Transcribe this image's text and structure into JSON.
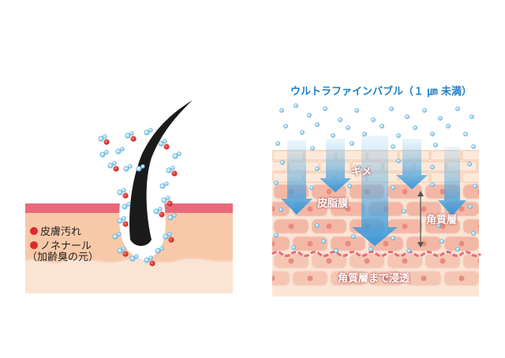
{
  "colors": {
    "skin_red": "#e9697a",
    "skin_peach": "#f8c9a8",
    "skin_pale": "#fbe4d3",
    "cell_fill": "#f3b8a5",
    "cell_nucleus": "#e98b7d",
    "bubble": "#7ec7e8",
    "arrow": "#5aaee0",
    "title_blue": "#1f7fc4",
    "dirt_red": "#e0282c",
    "hair": "#1a1a1a"
  },
  "left_panel": {
    "legend": [
      {
        "text": "皮膚汚れ",
        "color": "#e0282c"
      },
      {
        "text": "ノネナール",
        "color": "#e0282c"
      }
    ],
    "note": "（加齢臭の元）"
  },
  "right_panel": {
    "title": "ウルトラファインバブル（１ ㎛ 未満）",
    "labels": {
      "kime": "キメ",
      "sebum": "皮脂膜",
      "stratum": "角質層",
      "penetrate": "角質層まで浸透"
    }
  }
}
